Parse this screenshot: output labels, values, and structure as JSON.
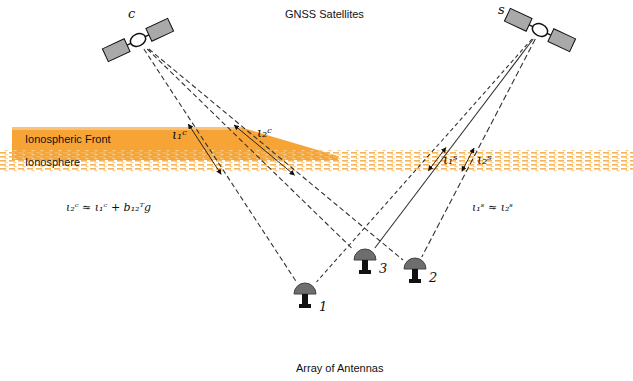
{
  "diagram": {
    "nodes": [
      {
        "text": [
          "c"
        ]
      },
      {
        "text": [
          "s"
        ]
      },
      {
        "text": [
          "Ionospheric Front"
        ]
      },
      {
        "text": [
          "Ionosphere"
        ]
      },
      {
        "text": [
          "1"
        ]
      },
      {
        "text": [
          "2"
        ]
      },
      {
        "text": [
          "3"
        ]
      }
    ],
    "edges": [
      {
        "from": 0,
        "to": 4,
        "arrow": "none"
      },
      {
        "from": 0,
        "to": 6,
        "arrow": "none"
      },
      {
        "from": 0,
        "to": 5,
        "arrow": "none"
      },
      {
        "from": 1,
        "to": 4,
        "arrow": "none"
      },
      {
        "from": 1,
        "to": 6,
        "arrow": "none"
      },
      {
        "from": 1,
        "to": 5,
        "arrow": "none"
      }
    ],
    "labels": [
      "GNSS Satellites",
      "ι₁ᶜ",
      "ι₂ᶜ",
      "ι₁ˢ",
      "ι₂ˢ",
      "ι₂ᶜ ≈ ι₁ᶜ + b₁₂ᵀg",
      "ι₁ˢ ≈ ι₂ˢ",
      "Array of Antennas"
    ]
  }
}
